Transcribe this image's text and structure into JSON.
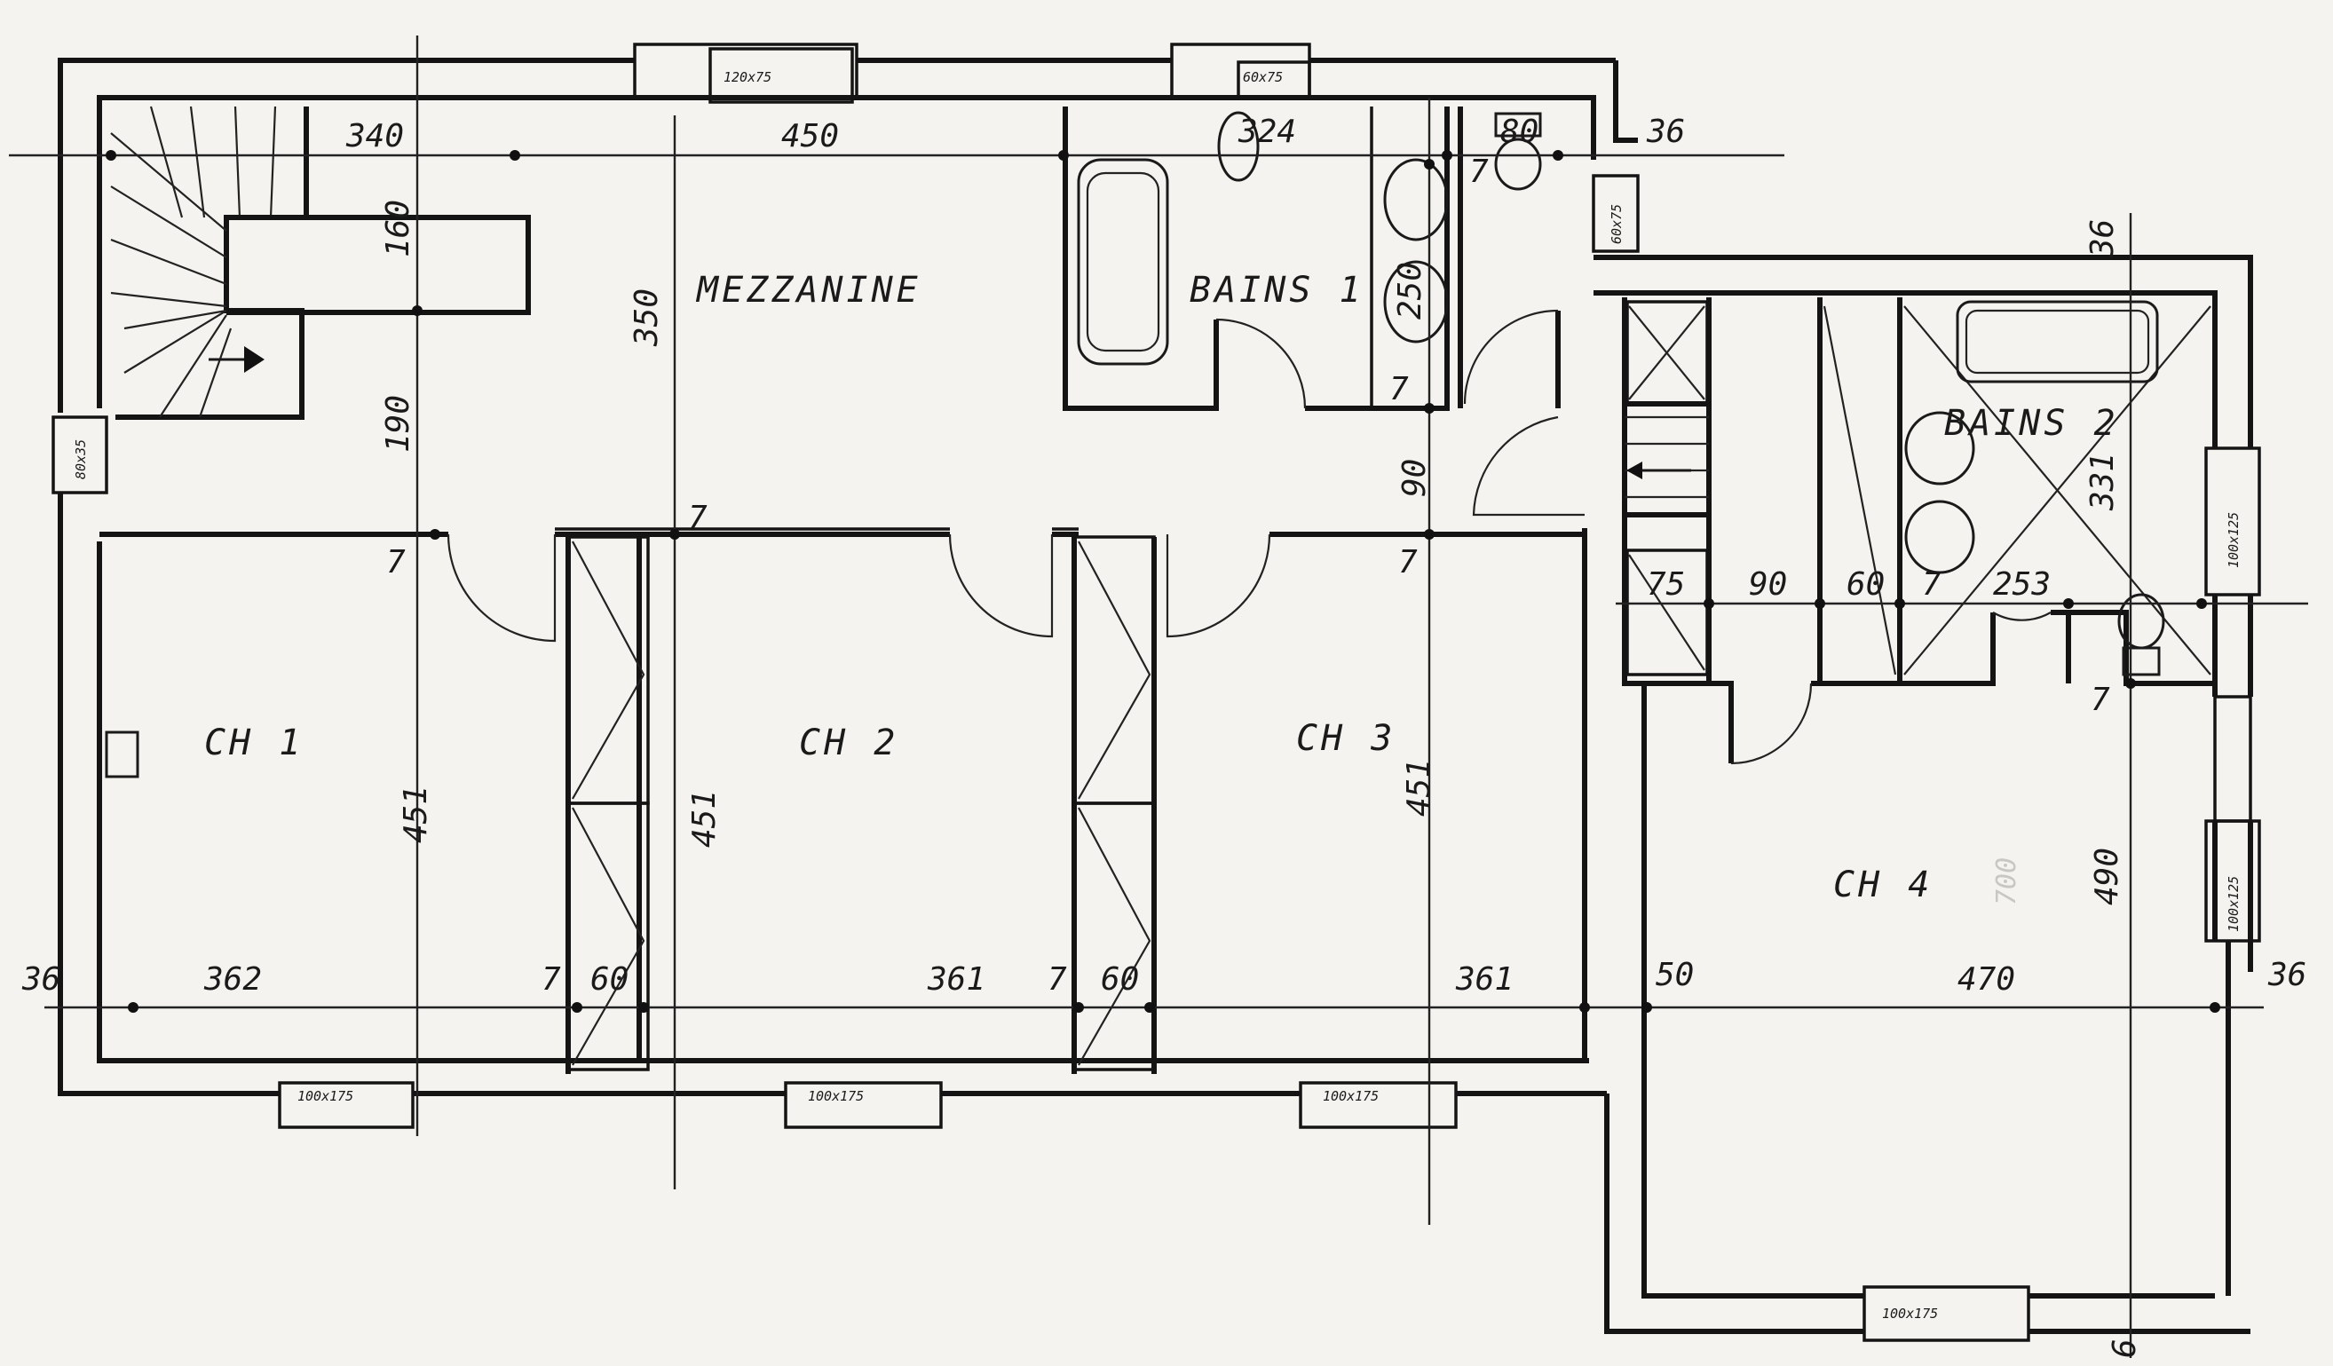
{
  "rooms": {
    "mezzanine": "MEZZANINE",
    "bains1": "BAINS 1",
    "bains2": "BAINS 2",
    "ch1": "CH 1",
    "ch2": "CH 2",
    "ch3": "CH 3",
    "ch4": "CH 4"
  },
  "dimensions": {
    "top": {
      "d340": "340",
      "d450": "450",
      "d324": "324",
      "d80": "80",
      "d36": "36"
    },
    "vertical_left": {
      "d160": "160",
      "d190": "190",
      "d7": "7",
      "d451": "451"
    },
    "vertical_mid": {
      "d350": "350",
      "d7a": "7",
      "d451": "451"
    },
    "vertical_right": {
      "d250": "250",
      "d7a": "7",
      "d7b": "7",
      "d90": "90",
      "d7c": "7",
      "d451": "451"
    },
    "bottom": {
      "d36l": "36",
      "d362": "362",
      "d7a": "7",
      "d60a": "60",
      "d361a": "361",
      "d7b": "7",
      "d60b": "60",
      "d361b": "361",
      "d50": "50",
      "d470": "470",
      "d36r": "36"
    },
    "right_wing": {
      "d36": "36",
      "d331": "331",
      "d75": "75",
      "d90": "90",
      "d60": "60",
      "d7": "7",
      "d253": "253",
      "d7b": "7",
      "d490": "490",
      "d700": "700",
      "d6": "6"
    }
  },
  "windows": {
    "w_top1": "120x75",
    "w_top2": "60x75",
    "w_right1": "60x75",
    "w_left": "80x35",
    "w_bottom1": "100x175",
    "w_bottom2": "100x175",
    "w_bottom3": "100x175",
    "w_r_mid": "100x125",
    "w_r_low": "100x125",
    "w_r_bottom": "100x175"
  },
  "colors": {
    "paper": "#f4f3ef",
    "ink": "#141414"
  }
}
